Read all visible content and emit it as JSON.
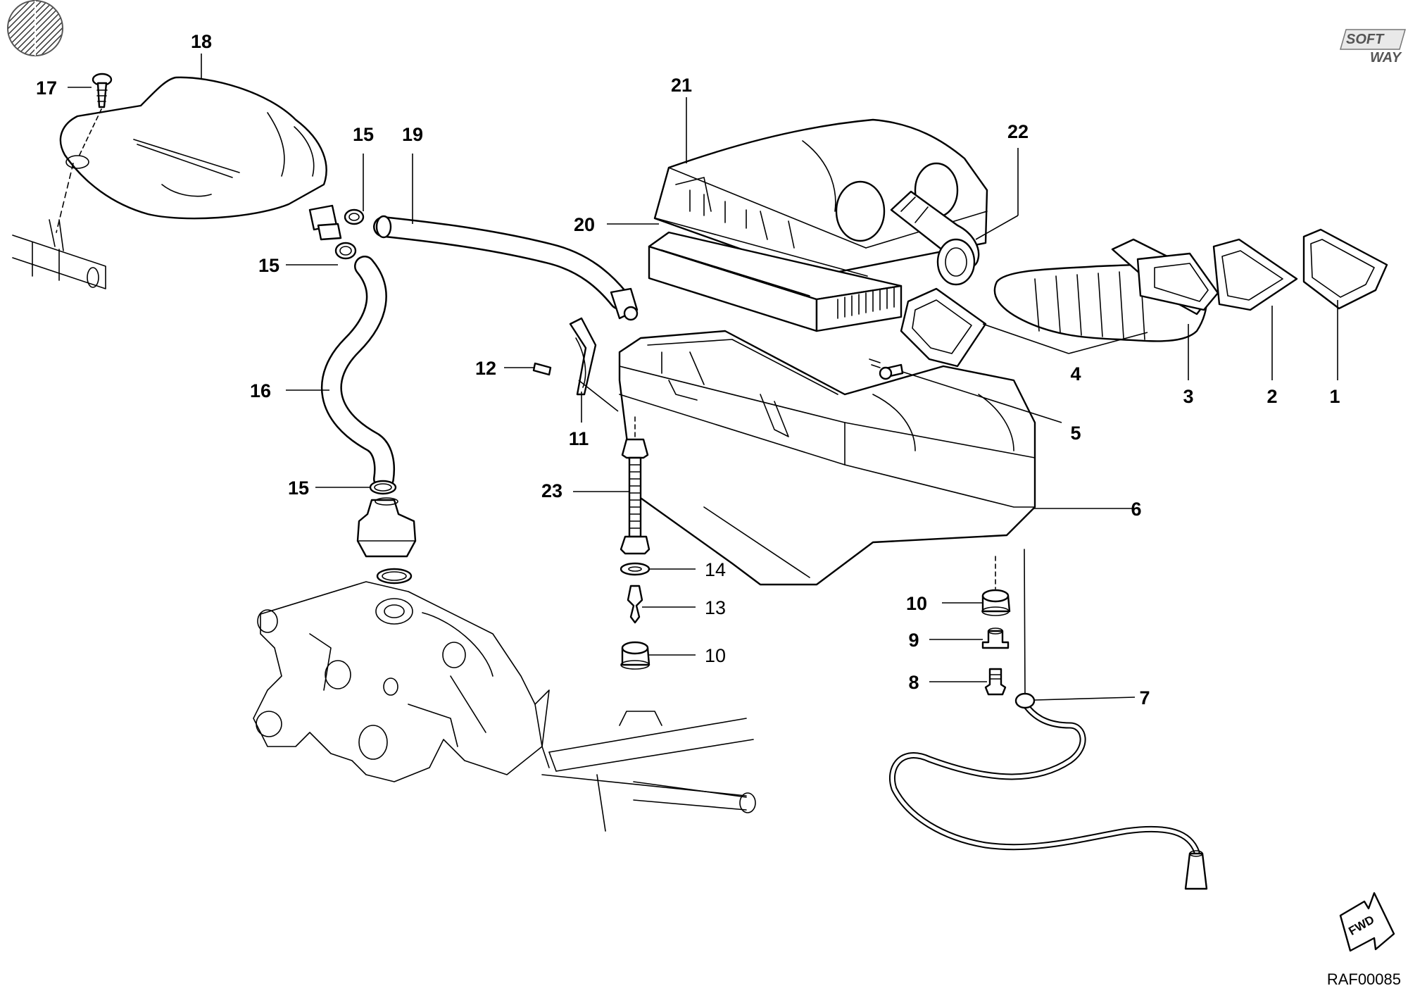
{
  "logo": {
    "line1": "SOFT",
    "line2": "WAY"
  },
  "fwd_badge": {
    "text": "FWD"
  },
  "reference_code": "RAF00085",
  "callouts": {
    "c1": "1",
    "c2": "2",
    "c3": "3",
    "c4": "4",
    "c5": "5",
    "c6": "6",
    "c7": "7",
    "c8": "8",
    "c9": "9",
    "c10a": "10",
    "c10b": "10",
    "c11": "11",
    "c12": "12",
    "c13": "13",
    "c14": "14",
    "c15a": "15",
    "c15b": "15",
    "c15c": "15",
    "c16": "16",
    "c17": "17",
    "c18": "18",
    "c19": "19",
    "c20": "20",
    "c21": "21",
    "c22": "22",
    "c23": "23"
  }
}
